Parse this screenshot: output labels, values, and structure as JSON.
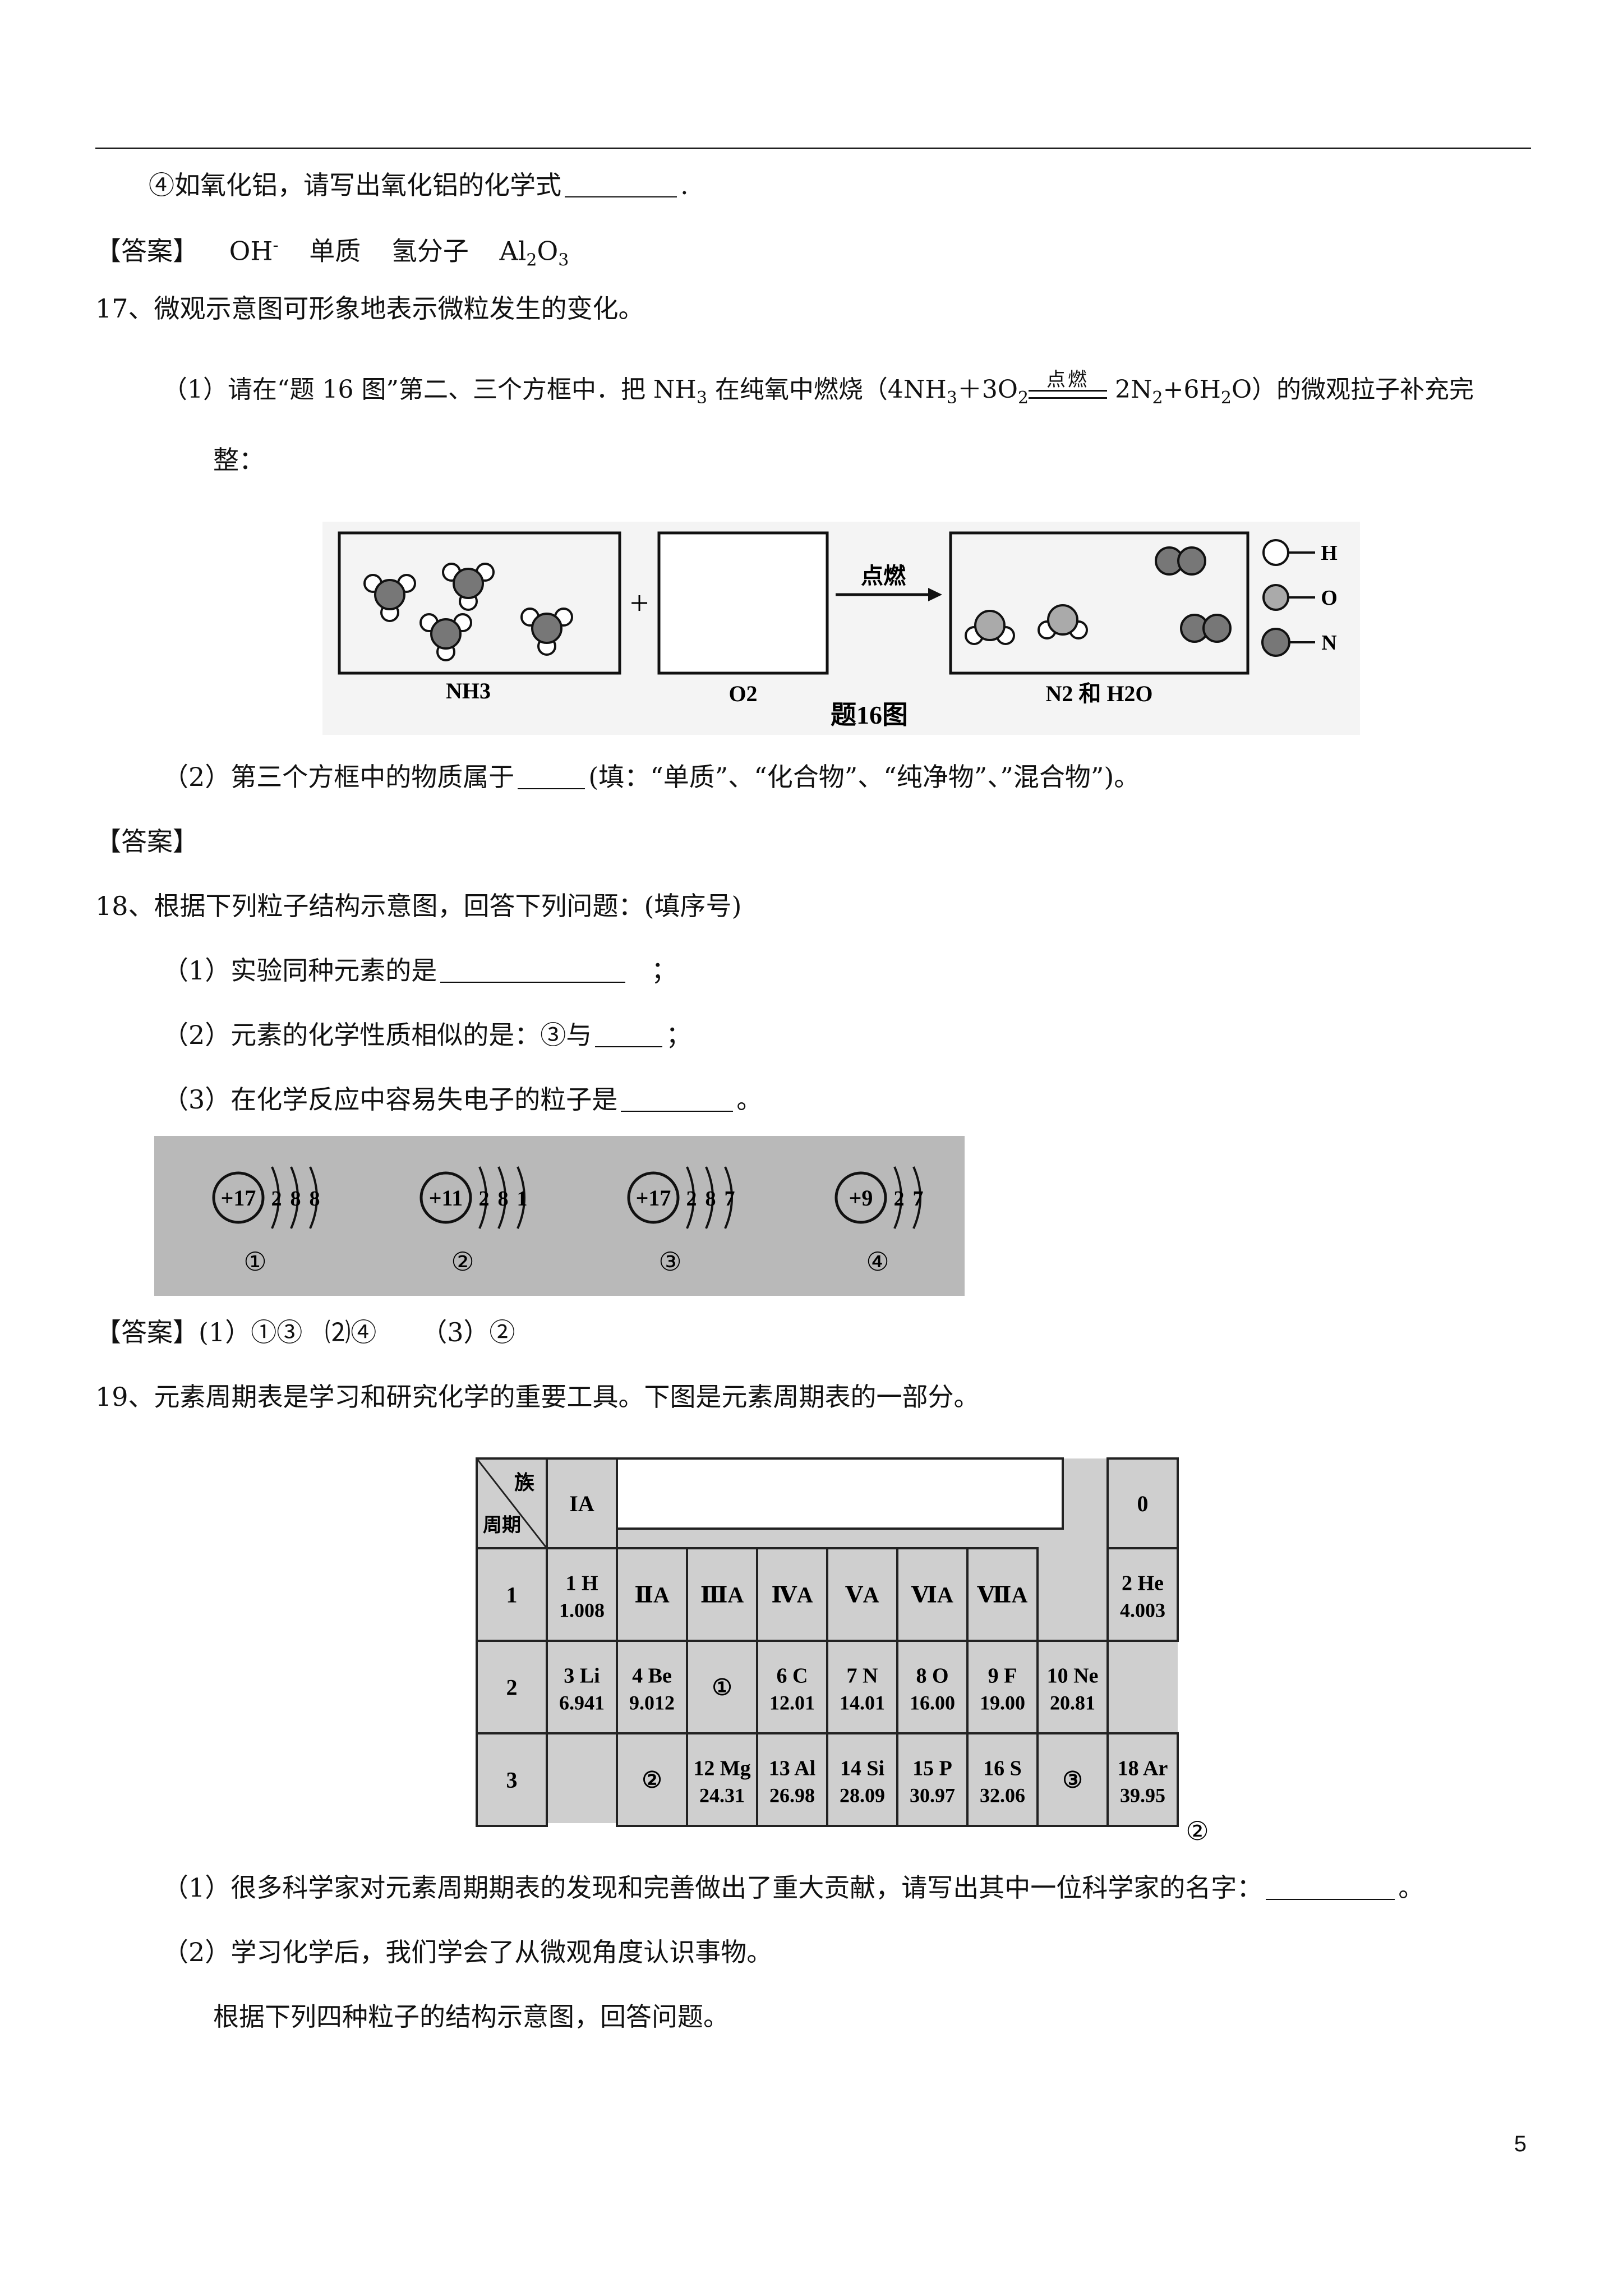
{
  "lines": {
    "q16_4": "④如氧化铝，请写出氧化铝的化学式",
    "q16_4_tail": ".",
    "ans16_label": "【答案】",
    "ans16_a": "OH",
    "ans16_a_sup": "-",
    "ans16_b": "单质",
    "ans16_c": "氢分子",
    "ans16_d_1": "Al",
    "ans16_d_sub1": "2",
    "ans16_d_2": "O",
    "ans16_d_sub2": "3",
    "q17": "17、微观示意图可形象地表示微粒发生的变化。",
    "q17_1_a": "（1）请在“题 16 图”第二、三个方框中．把 NH",
    "q17_1_sub3": "3",
    "q17_1_b": " 在纯氧中燃烧（4NH",
    "q17_1_c": "＋3O",
    "q17_1_sub2": "2",
    "q17_cond": "点燃",
    "q17_1_d": " 2N",
    "q17_1_e": "+6H",
    "q17_1_f": "O）的微观拉子补充完",
    "q17_1_cont": "整：",
    "q17_2": "（2）第三个方框中的物质属于",
    "q17_2_tail": "(填：“单质”、“化合物”、“纯净物”、”混合物”)。",
    "ans17": "【答案】",
    "q18": "18、根据下列粒子结构示意图，回答下列问题：(填序号)",
    "q18_1": "（1）实验同种元素的是",
    "q18_1_tail": "；",
    "q18_2": "（2）元素的化学性质相似的是：③与",
    "q18_2_tail": "；",
    "q18_3": "（3）在化学反应中容易失电子的粒子是",
    "q18_3_tail": "。",
    "ans18": "【答案】(1）①③",
    "ans18_b": "⑵④",
    "ans18_c": "（3）②",
    "q19": "19、元素周期表是学习和研究化学的重要工具。下图是元素周期表的一部分。",
    "q19_1": "（1）很多科学家对元素周期期表的发现和完善做出了重大贡献，请写出其中一位科学家的名字：",
    "q19_1_tail": "。",
    "q19_2": "（2）学习化学后，我们学会了从微观角度认识事物。",
    "q19_2_cont": "根据下列四种粒子的结构示意图，回答问题。"
  },
  "fig16": {
    "box1_label": "NH3",
    "box2_label": "O2",
    "arrow_label": "点燃",
    "box3_label": "N2 和 H2O",
    "caption": "题16图",
    "legend": [
      "H",
      "O",
      "N"
    ]
  },
  "fig18": {
    "atoms": [
      {
        "nucleus": "+17",
        "shells": "288",
        "label": "①"
      },
      {
        "nucleus": "+11",
        "shells": "281",
        "label": "②"
      },
      {
        "nucleus": "+17",
        "shells": "287",
        "label": "③"
      },
      {
        "nucleus": "+9",
        "shells": "27",
        "label": "④"
      }
    ]
  },
  "fig19": {
    "corner_top": "族",
    "corner_bottom": "周期",
    "group_1": "IA",
    "group_0": "0",
    "groups": [
      "ⅡA",
      "ⅢA",
      "ⅣA",
      "ⅤA",
      "ⅥA",
      "ⅦA"
    ],
    "periods": [
      "1",
      "2",
      "3"
    ],
    "row1": [
      {
        "sym": "1 H",
        "mass": "1.008"
      },
      {
        "sym": "2 He",
        "mass": "4.003"
      }
    ],
    "row2": [
      {
        "sym": "3 Li",
        "mass": "6.941"
      },
      {
        "sym": "4 Be",
        "mass": "9.012"
      },
      {
        "sym": "①",
        "mass": ""
      },
      {
        "sym": "6 C",
        "mass": "12.01"
      },
      {
        "sym": "7 N",
        "mass": "14.01"
      },
      {
        "sym": "8 O",
        "mass": "16.00"
      },
      {
        "sym": "9 F",
        "mass": "19.00"
      },
      {
        "sym": "10 Ne",
        "mass": "20.81"
      }
    ],
    "row3": [
      {
        "sym": "②",
        "mass": ""
      },
      {
        "sym": "12 Mg",
        "mass": "24.31"
      },
      {
        "sym": "13 Al",
        "mass": "26.98"
      },
      {
        "sym": "14 Si",
        "mass": "28.09"
      },
      {
        "sym": "15 P",
        "mass": "30.97"
      },
      {
        "sym": "16 S",
        "mass": "32.06"
      },
      {
        "sym": "③",
        "mass": ""
      },
      {
        "sym": "18 Ar",
        "mass": "39.95"
      }
    ],
    "side_mark": "②"
  },
  "page_number": "5"
}
